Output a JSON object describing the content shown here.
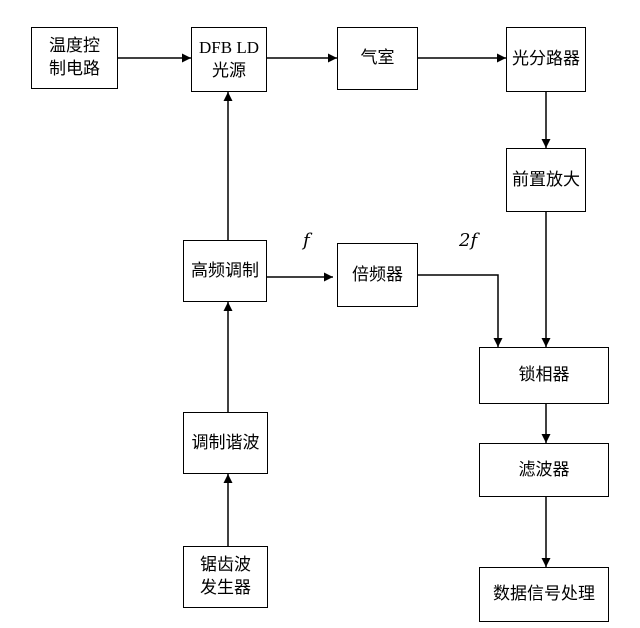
{
  "nodes": {
    "temp_control": {
      "line1": "温度控",
      "line2": "制电路"
    },
    "dfb_ld": {
      "line1": "DFB LD",
      "line2": "光源"
    },
    "gas_cell": {
      "label": "气室"
    },
    "splitter": {
      "label": "光分路器"
    },
    "preamp": {
      "label": "前置放大"
    },
    "hf_mod": {
      "label": "高频调制"
    },
    "doubler": {
      "label": "倍频器"
    },
    "lockin": {
      "label": "锁相器"
    },
    "mod_harmonic": {
      "label": "调制谐波"
    },
    "filter": {
      "label": "滤波器"
    },
    "sawtooth": {
      "line1": "锯齿波",
      "line2": "发生器"
    },
    "data_proc": {
      "label": "数据信号处理"
    }
  },
  "edge_labels": {
    "f": "f",
    "two_f": "2f"
  }
}
